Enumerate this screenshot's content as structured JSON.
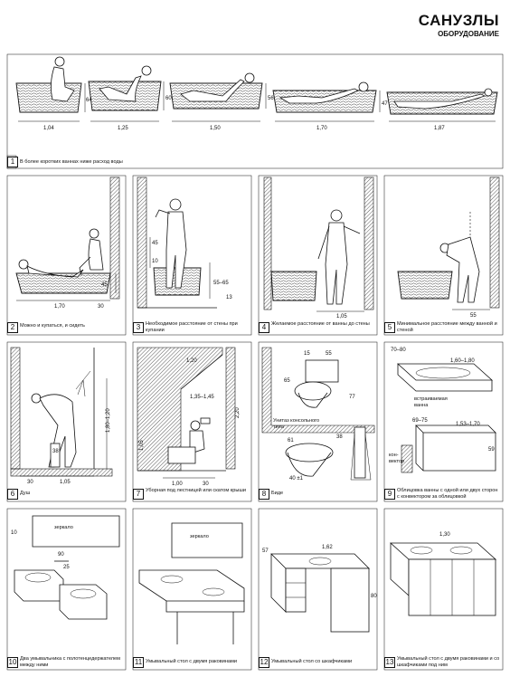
{
  "title": {
    "line1": "САНУЗЛЫ",
    "line2": "ОБОРУДОВАНИЕ"
  },
  "panel1": {
    "number": "1",
    "caption": "В более коротких ваннах ниже расход воды",
    "lengths": [
      "1,04",
      "1,25",
      "1,50",
      "1,70",
      "1,87"
    ],
    "heights": [
      "64",
      "60",
      "56",
      "47"
    ]
  },
  "panel2": {
    "number": "2",
    "caption": "Можно и купаться, и сидеть",
    "d1": "1,70",
    "d2": "30",
    "d3": "45"
  },
  "panel3": {
    "number": "3",
    "caption": "Необходимое расстояние от стены при купании",
    "d1": "45",
    "d2": "10",
    "d3": "55–65",
    "d4": "13"
  },
  "panel4": {
    "number": "4",
    "caption": "Желаемое расстояние от ванны до стены",
    "d1": "1,05"
  },
  "panel5": {
    "number": "5",
    "caption": "Минимальное расстояние между ванной и стеной",
    "d1": "55"
  },
  "panel6": {
    "number": "6",
    "caption": "Душ",
    "d1": "38",
    "d2": "1,80–1,20",
    "d3": "30",
    "d4": "1,05"
  },
  "panel7": {
    "number": "7",
    "caption": "Уборная под лестницей или скатом крыши",
    "d1": "1,20",
    "d2": "1,35–1,45",
    "d3": "2,20",
    "d4": "1,05",
    "d5": "1,00",
    "d6": "30"
  },
  "panel8": {
    "number": "8",
    "caption": "Биде",
    "label_toilet": "Унитаз консольного типа",
    "d1": "15",
    "d2": "55",
    "d3": "65",
    "d4": "77",
    "d5": "61",
    "d6": "38",
    "d7": "40 ±1"
  },
  "panel9": {
    "number": "9",
    "caption": "Облицовка ванны с одной или двух сторон с конвектором за облицовкой",
    "label_built": "встраиваемая ванна",
    "label_conv": "кон-вектор",
    "d1": "70–80",
    "d2": "1,60–1,80",
    "d3": "69–75",
    "d4": "1,53–1,70",
    "d5": "59"
  },
  "panel10": {
    "number": "10",
    "caption": "Два умывальника с полотенцедержателем между ними",
    "label": "зеркало",
    "d1": "10",
    "d2": "90",
    "d3": "25"
  },
  "panel11": {
    "number": "11",
    "caption": "Умывальный стол с двумя раковинами",
    "label": "зеркало"
  },
  "panel12": {
    "number": "12",
    "caption": "Умывальный стол со шкафчиками",
    "d1": "57",
    "d2": "1,62",
    "d3": "80"
  },
  "panel13": {
    "number": "13",
    "caption": "Умывальный стол с двумя раковинами и со шкафчиками под ним",
    "d1": "1,30"
  }
}
